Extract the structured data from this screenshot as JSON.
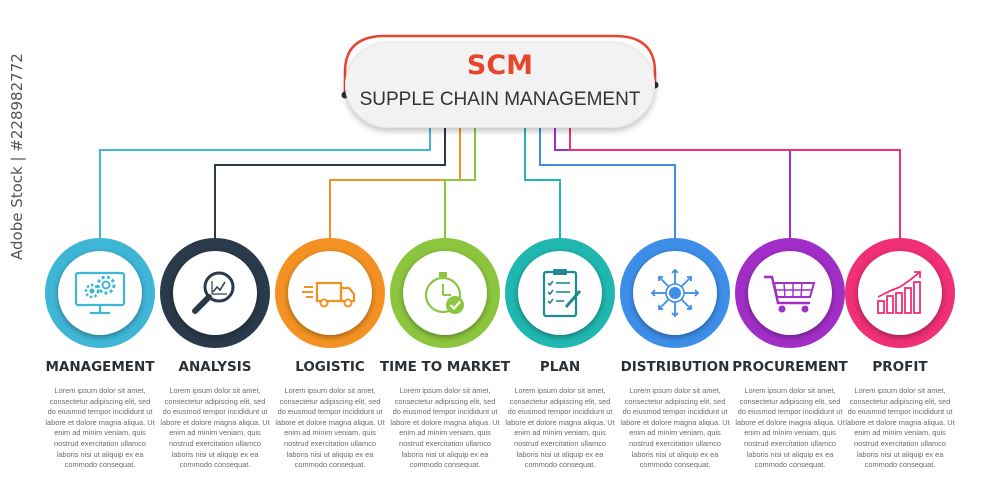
{
  "header": {
    "title": "SCM",
    "subtitle": "SUPPLE CHAIN MANAGEMENT"
  },
  "colors": {
    "title": "#e8452e",
    "arc": "#e8452e",
    "steps": [
      "#3fb6d6",
      "#2b3a4a",
      "#f39222",
      "#8cc63f",
      "#1fb7b0",
      "#3d8ee8",
      "#a12ec6",
      "#ef2f76"
    ]
  },
  "steps": [
    {
      "label": "MANAGEMENT",
      "icon": "monitor-gears-icon",
      "desc": "Lorem ipsum dolor sit amet, consectetur adipiscing elit, sed do eiusmod tempor incididunt ut labore et dolore magna aliqua. Ut enim ad minim veniam, quis nostrud exercitation ullamco laboris nisi ut aliquip ex ea commodo consequat."
    },
    {
      "label": "ANALYSIS",
      "icon": "magnifier-chart-icon",
      "desc": "Lorem ipsum dolor sit amet, consectetur adipiscing elit, sed do eiusmod tempor incididunt ut labore et dolore magna aliqua. Ut enim ad minim veniam, quis nostrud exercitation ullamco laboris nisi ut aliquip ex ea commodo consequat."
    },
    {
      "label": "LOGISTIC",
      "icon": "delivery-truck-icon",
      "desc": "Lorem ipsum dolor sit amet, consectetur adipiscing elit, sed do eiusmod tempor incididunt ut labore et dolore magna aliqua. Ut enim ad minim veniam, quis nostrud exercitation ullamco laboris nisi ut aliquip ex ea commodo consequat."
    },
    {
      "label": "TIME TO MARKET",
      "icon": "stopwatch-check-icon",
      "desc": "Lorem ipsum dolor sit amet, consectetur adipiscing elit, sed do eiusmod tempor incididunt ut labore et dolore magna aliqua. Ut enim ad minim veniam, quis nostrud exercitation ullamco laboris nisi ut aliquip ex ea commodo consequat."
    },
    {
      "label": "PLAN",
      "icon": "clipboard-checklist-icon",
      "desc": "Lorem ipsum dolor sit amet, consectetur adipiscing elit, sed do eiusmod tempor incididunt ut labore et dolore magna aliqua. Ut enim ad minim veniam, quis nostrud exercitation ullamco laboris nisi ut aliquip ex ea commodo consequat."
    },
    {
      "label": "DISTRIBUTION",
      "icon": "distribution-arrows-icon",
      "desc": "Lorem ipsum dolor sit amet, consectetur adipiscing elit, sed do eiusmod tempor incididunt ut labore et dolore magna aliqua. Ut enim ad minim veniam, quis nostrud exercitation ullamco laboris nisi ut aliquip ex ea commodo consequat."
    },
    {
      "label": "PROCUREMENT",
      "icon": "shopping-cart-icon",
      "desc": "Lorem ipsum dolor sit amet, consectetur adipiscing elit, sed do eiusmod tempor incididunt ut labore et dolore magna aliqua. Ut enim ad minim veniam, quis nostrud exercitation ullamco laboris nisi ut aliquip ex ea commodo consequat."
    },
    {
      "label": "PROFIT",
      "icon": "growth-chart-icon",
      "desc": "Lorem ipsum dolor sit amet, consectetur adipiscing elit, sed do eiusmod tempor incididunt ut labore et dolore magna aliqua. Ut enim ad minim veniam, quis nostrud exercitation ullamco laboris nisi ut aliquip ex ea commodo consequat."
    }
  ],
  "watermark": "Adobe Stock | #228982772"
}
